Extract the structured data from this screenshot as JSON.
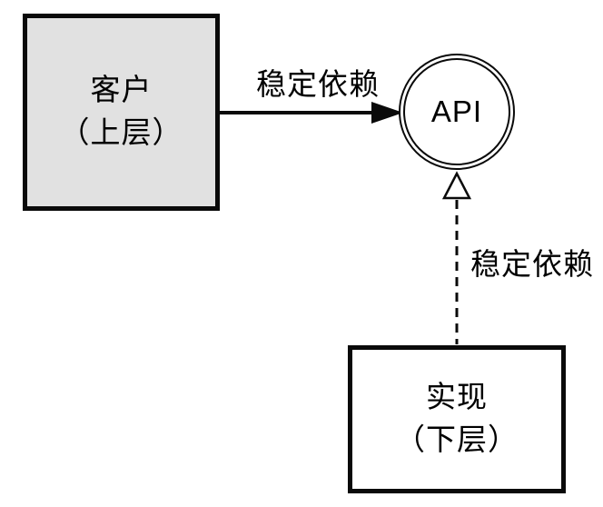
{
  "diagram": {
    "title_semantics": "stable dependency diagram",
    "client_box": {
      "line1": "客户",
      "line2": "（上层）"
    },
    "api_node": {
      "label": "API"
    },
    "impl_box": {
      "line1": "实现",
      "line2": "（下层）"
    },
    "top_arrow_label": "稳定依赖",
    "bottom_arrow_label": "稳定依赖",
    "colors": {
      "background": "#ffffff",
      "client_box_fill": "#e1e1e1",
      "impl_box_fill": "#ffffff",
      "stroke": "#0a0a0a",
      "text": "#000000"
    }
  }
}
